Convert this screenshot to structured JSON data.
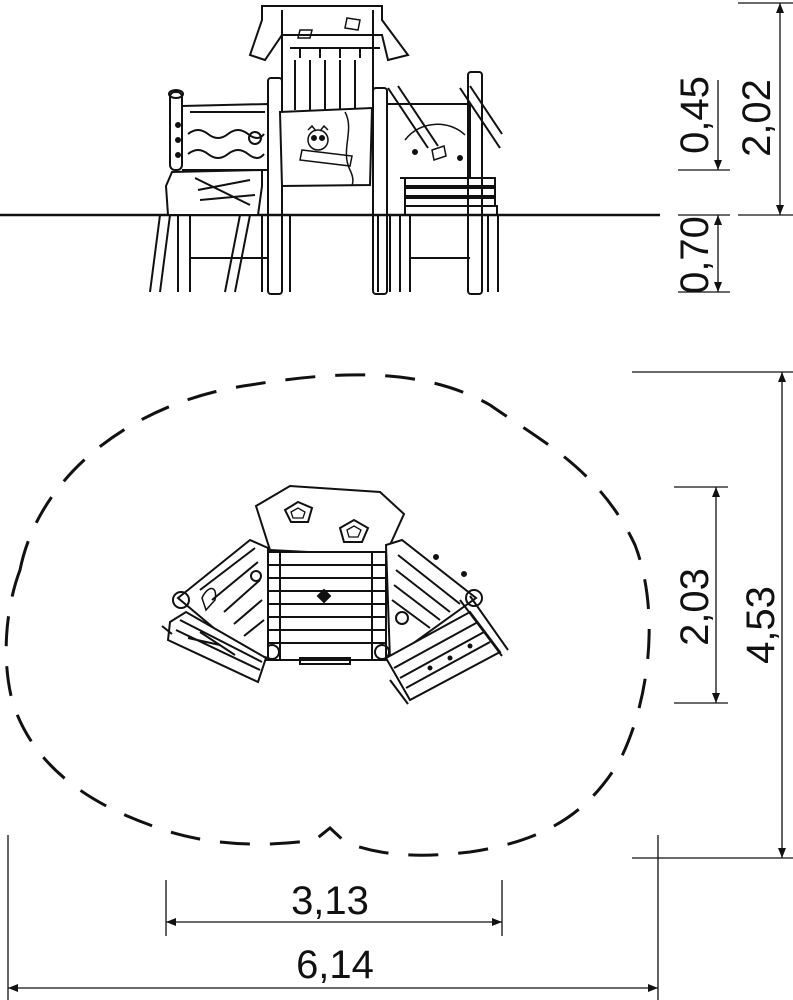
{
  "colors": {
    "ink": "#111111",
    "paper": "#ffffff"
  },
  "dimensions": {
    "total_height": "2,02",
    "roof_height": "0,45",
    "platform_height": "0,70",
    "safety_depth": "4,53",
    "equipment_depth": "2,03",
    "equipment_width": "3,13",
    "safety_width": "6,14"
  },
  "icons": [
    "arrowhead-icon",
    "pentagon-grip-icon",
    "animal-motif-icon"
  ]
}
